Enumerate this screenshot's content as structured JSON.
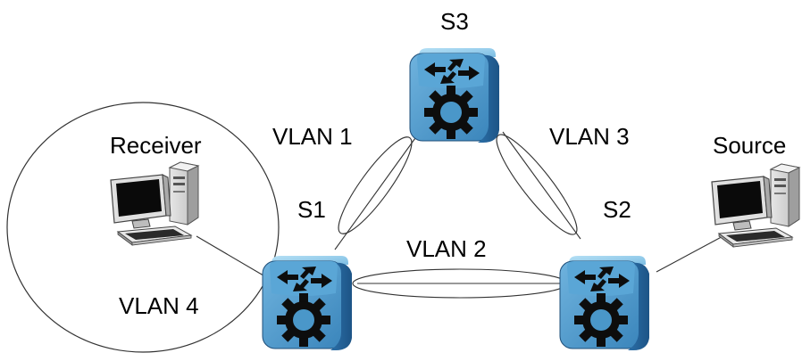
{
  "nodes": {
    "s1": {
      "label": "S1",
      "type": "router"
    },
    "s2": {
      "label": "S2",
      "type": "router"
    },
    "s3": {
      "label": "S3",
      "type": "router"
    },
    "receiver": {
      "label": "Receiver",
      "type": "computer"
    },
    "source": {
      "label": "Source",
      "type": "computer"
    }
  },
  "links": [
    {
      "from": "s1",
      "to": "s3",
      "label": "VLAN 1"
    },
    {
      "from": "s1",
      "to": "s2",
      "label": "VLAN 2"
    },
    {
      "from": "s3",
      "to": "s2",
      "label": "VLAN 3"
    },
    {
      "from": "receiver",
      "to": "s1",
      "label": "VLAN 4"
    },
    {
      "from": "source",
      "to": "s2",
      "label": ""
    }
  ],
  "colors": {
    "router_body": "#4a97c9",
    "router_side": "#2566a0",
    "router_top": "#88c6e8",
    "monitor_screen": "#0a0a0a",
    "pc_case": "#d4d4d4"
  },
  "icons": {
    "router": "router-icon",
    "computer": "computer-icon"
  }
}
